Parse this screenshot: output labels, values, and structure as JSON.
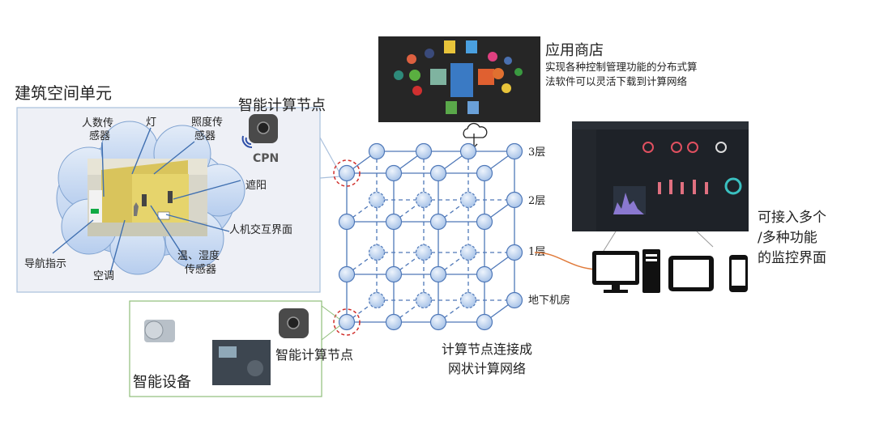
{
  "building": {
    "title": "建筑空间单元",
    "labels": {
      "people_sensor_1": "人数传",
      "people_sensor_2": "感器",
      "light": "灯",
      "lux_sensor_1": "照度传",
      "lux_sensor_2": "感器",
      "shading": "遮阳",
      "hmi": "人机交互界面",
      "temp_humidity_1": "温、湿度",
      "temp_humidity_2": "传感器",
      "aircon": "空调",
      "navigation": "导航指示"
    }
  },
  "node_top": {
    "label": "智能计算节点",
    "cpn": "CPN"
  },
  "app_store": {
    "title": "应用商店",
    "desc_1": "实现各种控制管理功能的分布式算",
    "desc_2": "法软件可以灵活下载到计算网络"
  },
  "floors": [
    "3层",
    "2层",
    "1层",
    "地下机房"
  ],
  "network_caption": {
    "line1": "计算节点连接成",
    "line2": "网状计算网络"
  },
  "device_box": {
    "title": "智能设备",
    "node_label": "智能计算节点"
  },
  "monitor_caption": {
    "line1": "可接入多个",
    "line2": "/多种功能",
    "line3": "的监控界面"
  },
  "colors": {
    "node_fill": "#c9dcf3",
    "node_stroke": "#4f78b8",
    "highlight": "#d0302c",
    "link": "#e07a3a"
  }
}
